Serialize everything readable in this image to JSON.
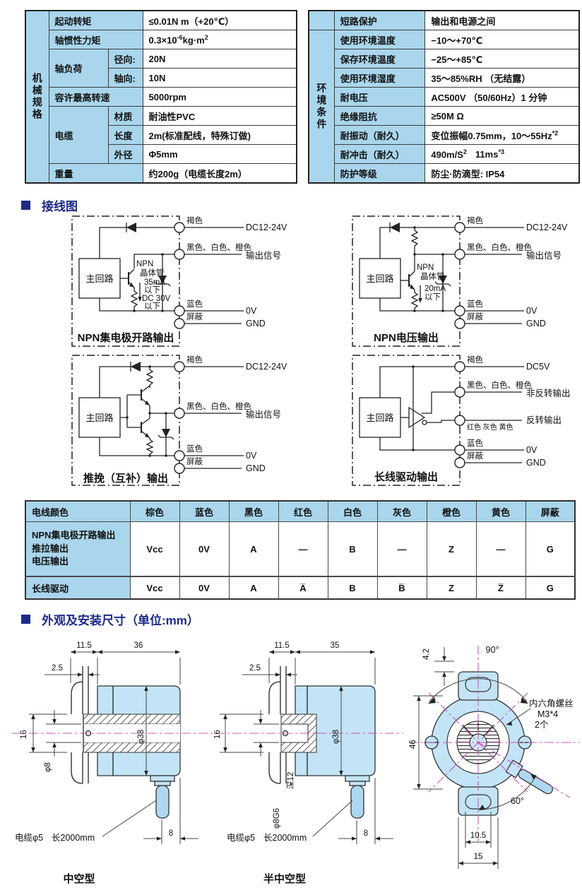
{
  "colors": {
    "table_blue": "#a9d6ec",
    "drawing_fill": "#c3e4f6",
    "accent_navy": "#1c2b8a",
    "centerline_pink": "#cc55bb"
  },
  "spec": {
    "left": {
      "group": "机械规格",
      "r1_label": "起动转矩",
      "r1_value": "≤0.01N m（+20℃）",
      "r2_label": "轴惯性力矩",
      "r2_pre": "0.3×10",
      "r2_sup": "-6",
      "r2_mid": "kg·m",
      "r2_sup2": "2",
      "r3_label": "轴负荷",
      "r3a_k": "径向:",
      "r3a_v": "20N",
      "r3b_k": "轴向:",
      "r3b_v": "10N",
      "r4_label": "容许最高转速",
      "r4_value": "5000rpm",
      "r5_label": "电缆",
      "r5a_k": "材质",
      "r5a_v": "耐油性PVC",
      "r5b_k": "长度",
      "r5b_v": "2m(标准配线，特殊订做)",
      "r5c_k": "外径",
      "r5c_v": "Φ5mm",
      "r6_label": "重量",
      "r6_value": "约200g（电缆长度2m）"
    },
    "right": {
      "group": "环境条件",
      "rows": [
        {
          "label": "短路保护",
          "value": "输出和电源之间"
        },
        {
          "label": "使用环境温度",
          "value": "−10～+70℃"
        },
        {
          "label": "保存环境温度",
          "value": "−25～+85℃"
        },
        {
          "label": "使用环境湿度",
          "value": "35～85%RH （无结露）"
        },
        {
          "label": "耐电压",
          "value": "AC500V （50/60Hz）1 分钟"
        },
        {
          "label": "绝缘阻抗",
          "value": "≥50M Ω"
        },
        {
          "label": "耐振动（耐久）",
          "value": "变位振幅0.75mm，10～55Hz",
          "sup": "*2"
        },
        {
          "label": "耐冲击（耐久）",
          "value": "490m/S",
          "sup": "2",
          "mid": "11ms",
          "sup2": "*3"
        },
        {
          "label": "防护等级",
          "value": "防尘·防滴型: IP54"
        }
      ]
    }
  },
  "wiring": {
    "title": "接线图",
    "d1": {
      "caption": "NPN集电极开路输出",
      "box": "主回路",
      "t_name": "NPN",
      "t_name2": "晶体管",
      "n1": "35mA",
      "n2": "以下",
      "n3": "DC 30V",
      "n4": "以下",
      "w1": "褐色",
      "e1": "DC12-24V",
      "w2": "黑色、白色、橙色",
      "e2": "输出信号",
      "w3": "蓝色",
      "e3": "0V",
      "w4": "屏蔽",
      "e4": "GND"
    },
    "d2": {
      "caption": "NPN电压输出",
      "box": "主回路",
      "t_name": "NPN",
      "t_name2": "晶体管",
      "n1": "20mA",
      "n2": "以下",
      "w1": "褐色",
      "e1": "DC12-24V",
      "w2": "黑色、白色、橙色",
      "e2": "输出信号",
      "w3": "蓝色",
      "e3": "0V",
      "w4": "屏蔽",
      "e4": "GND"
    },
    "d3": {
      "caption": "推挽（互补）输出",
      "box": "主回路",
      "w1": "褐色",
      "e1": "DC12-24V",
      "w2": "黑色、白色、橙色",
      "e2": "输出信号",
      "w3": "蓝色",
      "e3": "0V",
      "w4": "屏蔽",
      "e4": "GND"
    },
    "d4": {
      "caption": "长线驱动输出",
      "box": "主回路",
      "w1": "褐色",
      "e1": "DC5V",
      "w2": "黑色、白色、橙色",
      "e2": "非反转输出",
      "w3": "红色 灰色 黄色",
      "e3": "反转输出",
      "w4": "蓝色",
      "e4": "0V",
      "w5": "屏蔽",
      "e5": "GND"
    }
  },
  "wire_table": {
    "headers": [
      "电线颜色",
      "棕色",
      "蓝色",
      "黑色",
      "红色",
      "白色",
      "灰色",
      "橙色",
      "黄色",
      "屏蔽"
    ],
    "row1_label1": "NPN集电极开路输出",
    "row1_label2": "推拉输出",
    "row1_label3": "电压输出",
    "row1": [
      "Vcc",
      "0V",
      "A",
      "—",
      "B",
      "—",
      "Z",
      "—",
      "G"
    ],
    "row2_label": "长线驱动",
    "row2": [
      "Vcc",
      "0V",
      "A",
      "A̅",
      "B",
      "B̅",
      "Z",
      "Z̅",
      "G"
    ]
  },
  "dims": {
    "title": "外观及安装尺寸（单位:mm）",
    "a": {
      "caption": "中空型",
      "d1": "11.5",
      "d2": "36",
      "d3": "2.5",
      "d4": "16",
      "d5": "φ8",
      "d6": "φ38",
      "d7": "8",
      "cable": "电缆φ5",
      "cable2": "长2000mm"
    },
    "b": {
      "caption": "半中空型",
      "d1": "11.5",
      "d2": "35",
      "d3": "2.5",
      "d4": "16",
      "d5a": "φ8G6",
      "d5b": "深12",
      "d6": "φ38",
      "d7": "8",
      "cable": "电缆φ5",
      "cable2": "长2000mm"
    },
    "c": {
      "d1": "4.2",
      "d2": "90°",
      "d3": "46",
      "s1": "内六角螺丝",
      "s2": "M3*4",
      "s3": "2个",
      "d4": "60°",
      "d5": "10.5",
      "d6": "15"
    }
  }
}
